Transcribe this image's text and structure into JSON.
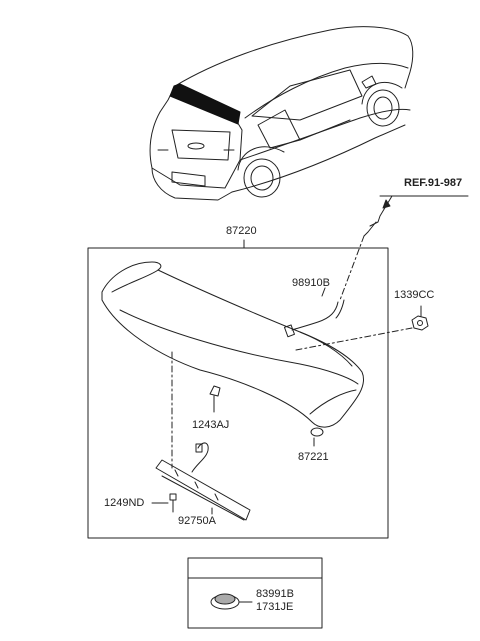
{
  "parts": {
    "spoiler_assy": "87220",
    "ref": "REF.91-987",
    "hose": "98910B",
    "nut": "1339CC",
    "screw": "1243AJ",
    "cap": "87221",
    "bolt": "1249ND",
    "stop_lamp": "92750A",
    "plug_1": "83991B",
    "plug_2": "1731JE"
  }
}
